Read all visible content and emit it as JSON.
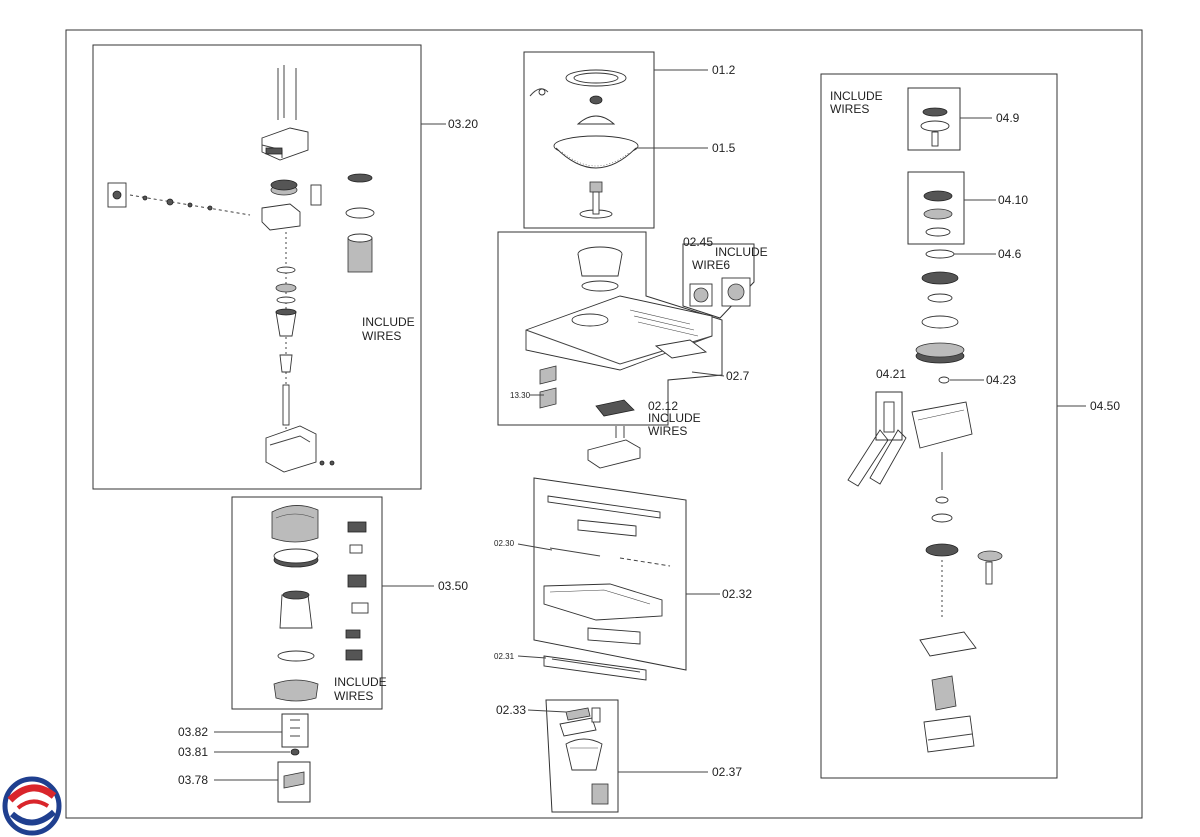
{
  "labels": {
    "l_01_2": "01.2",
    "l_01_5": "01.5",
    "l_02_45": "02.45",
    "l_02_7": "02.7",
    "l_13_30": "13.30",
    "l_02_12": "02.12",
    "l_02_30": "02.30",
    "l_02_32": "02.32",
    "l_02_31": "02.31",
    "l_02_33": "02.33",
    "l_02_37": "02.37",
    "l_03_20": "03.20",
    "l_03_50": "03.50",
    "l_03_82": "03.82",
    "l_03_81": "03.81",
    "l_03_78": "03.78",
    "l_04_9": "04.9",
    "l_04_10": "04.10",
    "l_04_6": "04.6",
    "l_04_23": "04.23",
    "l_04_21": "04.21",
    "l_04_50": "04.50"
  },
  "notes": {
    "include": "INCLUDE",
    "wires": "WIRES",
    "wires_alt": "WIRE6"
  },
  "colors": {
    "logo_red": "#d9252b",
    "logo_blue": "#1f3f8f"
  },
  "icons": {
    "logo": "brand-swirl-logo"
  }
}
